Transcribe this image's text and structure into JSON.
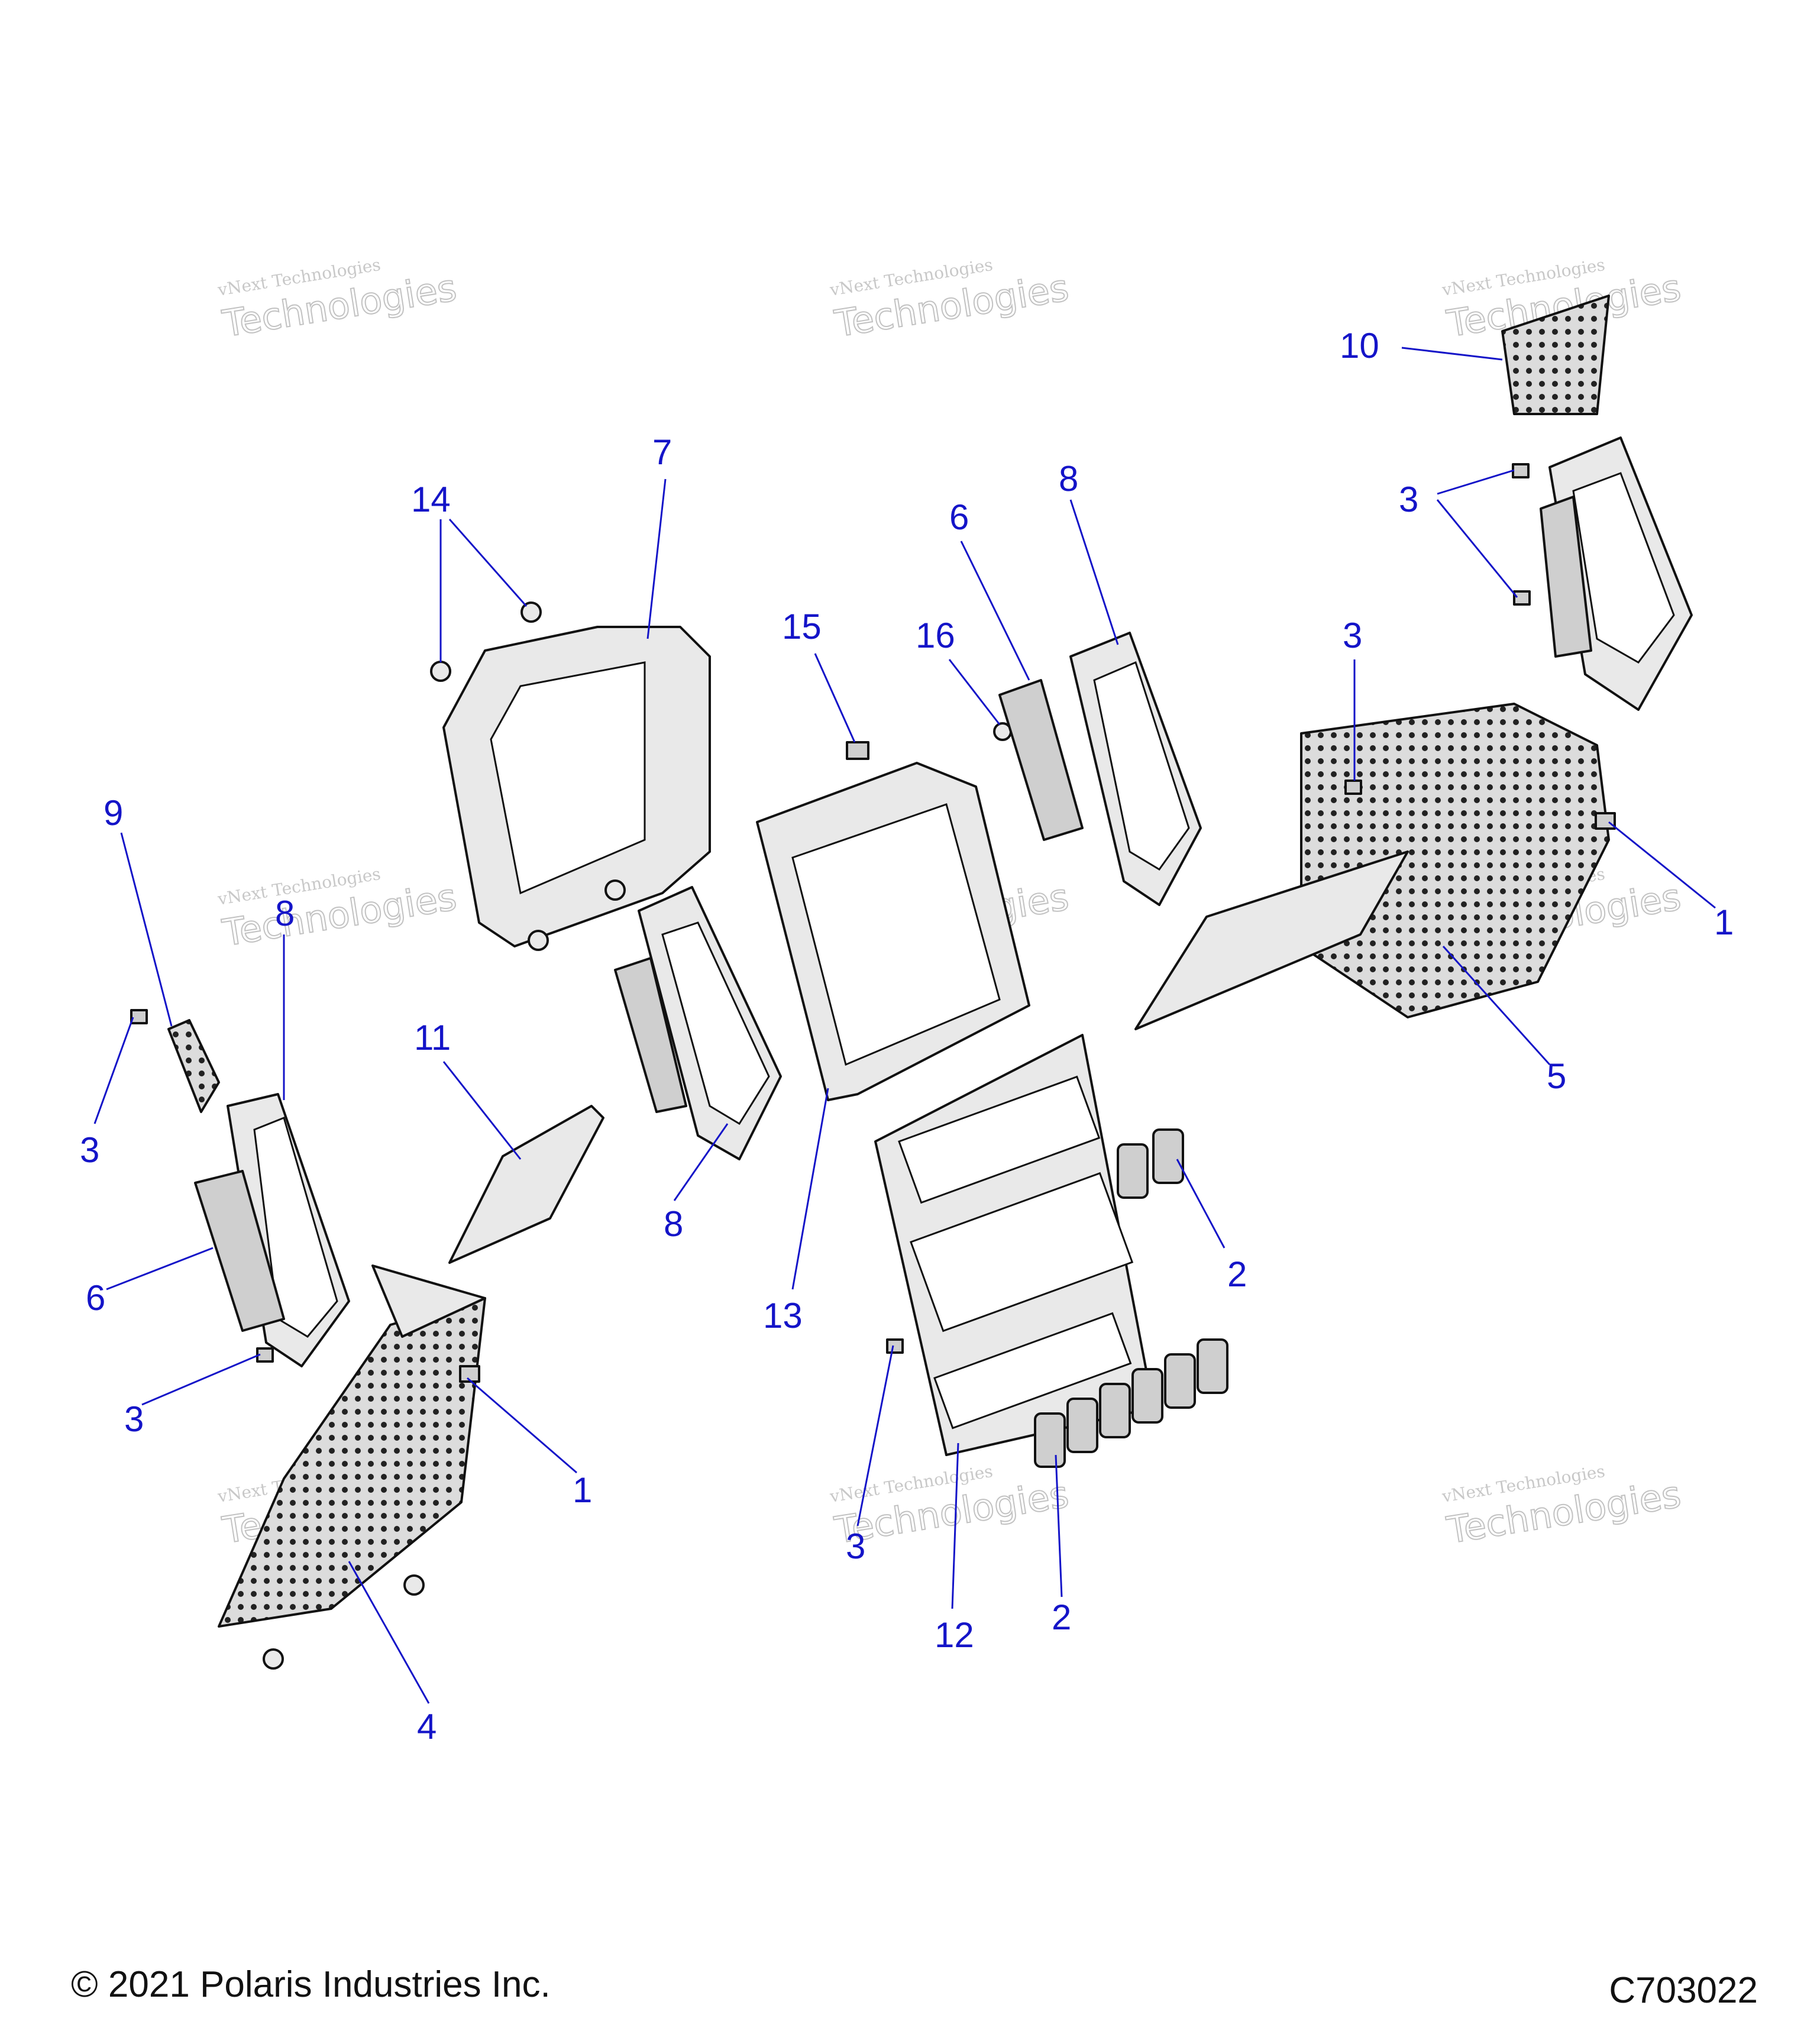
{
  "copyright": "© 2021 Polaris Industries Inc.",
  "diagram_code": "C703022",
  "watermark": {
    "line1": "vNext Technologies",
    "line2a": "vNext",
    "line2b": "Technologies"
  },
  "callouts": {
    "c1a": "1",
    "c1b": "1",
    "c2a": "2",
    "c2b": "2",
    "c3a": "3",
    "c3b": "3",
    "c3c": "3",
    "c3d": "3",
    "c3e": "3",
    "c4": "4",
    "c5": "5",
    "c6a": "6",
    "c6b": "6",
    "c7": "7",
    "c8a": "8",
    "c8b": "8",
    "c8c": "8",
    "c9": "9",
    "c10": "10",
    "c11": "11",
    "c12": "12",
    "c13": "13",
    "c14": "14",
    "c15": "15",
    "c16": "16"
  }
}
